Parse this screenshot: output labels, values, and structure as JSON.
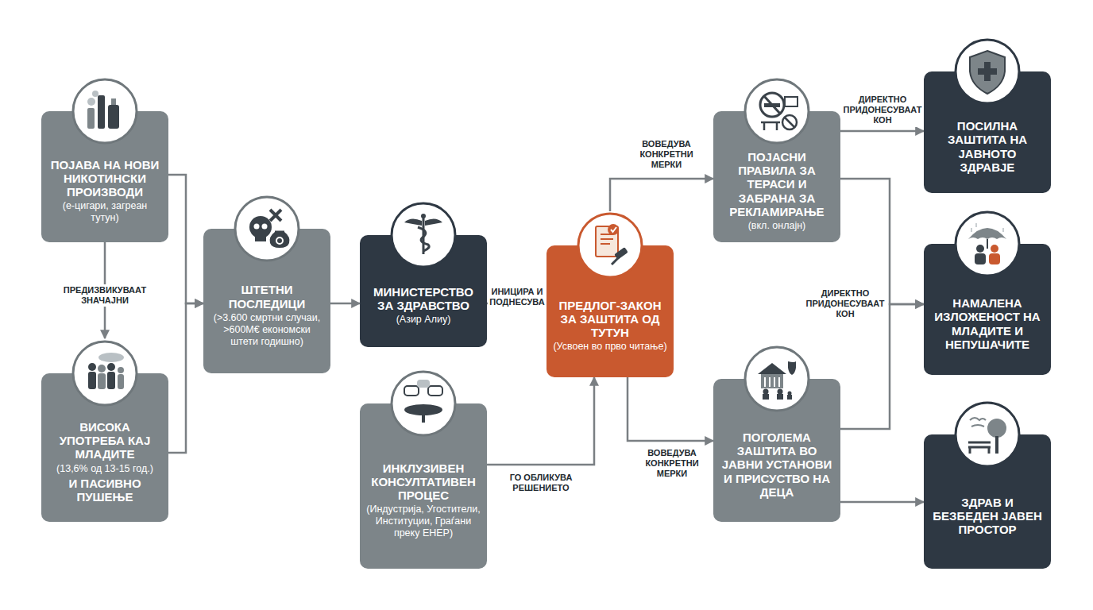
{
  "diagram": {
    "nodes": [
      {
        "text": [
          "ПОЈАВА НА НОВИ НИКОТИНСКИ ПРОИЗВОДИ",
          "(е-цигари, загреан тутун)"
        ]
      },
      {
        "text": [
          "ВИСОКА УПОТРЕБА КАЈ МЛАДИТЕ",
          "(13,6% од 13-15 год.)",
          "И ПАСИВНО ПУШЕЊЕ"
        ]
      },
      {
        "text": [
          "ШТЕТНИ ПОСЛЕДИЦИ",
          "(>3.600 смртни случаи, >600M€ економски штети годишно)"
        ]
      },
      {
        "text": [
          "МИНИСТЕРСТВО ЗА ЗДРАВСТВО",
          "(Азир Алиу)"
        ]
      },
      {
        "text": [
          "ИНКЛУЗИВЕН КОНСУЛТАТИВЕН ПРОЦЕС",
          "(Индустрија, Угостители, Институции, Граѓани преку ЕНЕР)"
        ]
      },
      {
        "text": [
          "ПРЕДЛОГ-ЗАКОН ЗА ЗАШТИТА ОД ТУТУН",
          "(Усвоен во прво читање)"
        ]
      },
      {
        "text": [
          "ПОЈАСНИ ПРАВИЛА ЗА ТЕРАСИ И ЗАБРАНА ЗА РЕКЛАМИРАЊЕ",
          "(вкл. онлајн)"
        ]
      },
      {
        "text": [
          "ПОГОЛЕМА ЗАШТИТА ВО ЈАВНИ УСТАНОВИ И ПРИСУСТВО НА ДЕЦА"
        ]
      },
      {
        "text": [
          "ПОСИЛНА ЗАШТИТА НА ЈАВНОТО ЗДРАВЈЕ"
        ]
      },
      {
        "text": [
          "НАМАЛЕНА ИЗЛОЖЕНОСТ НА МЛАДИТЕ И НЕПУШАЧИТЕ"
        ]
      },
      {
        "text": [
          "ЗДРАВ И БЕЗБЕДЕН ЈАВЕН ПРОСТОР"
        ]
      }
    ],
    "edges": [
      {
        "from": 0,
        "to": 1,
        "arrow": "to",
        "label": "ПРЕДИЗВИКУВААТ ЗНАЧАЈНИ"
      },
      {
        "from": 0,
        "to": 2,
        "arrow": "to"
      },
      {
        "from": 1,
        "to": 2,
        "arrow": "to"
      },
      {
        "from": 2,
        "to": 3,
        "arrow": "to"
      },
      {
        "from": 3,
        "to": 5,
        "arrow": "to",
        "label": "ИНИЦИРА И ПОДНЕСУВА"
      },
      {
        "from": 4,
        "to": 5,
        "arrow": "to",
        "label": "ГО ОБЛИКУВА РЕШЕНИЕТО"
      },
      {
        "from": 5,
        "to": 6,
        "arrow": "to",
        "label": "ВОВЕДУВА КОНКРЕТНИ МЕРКИ"
      },
      {
        "from": 5,
        "to": 7,
        "arrow": "to",
        "label": "ВОВЕДУВА КОНКРЕТНИ МЕРКИ"
      },
      {
        "from": 6,
        "to": 8,
        "arrow": "to",
        "label": "ДИРЕКТНО ПРИДОНЕСУВААТ КОН"
      },
      {
        "from": 6,
        "to": 9,
        "arrow": "to",
        "label": "ДИРЕКТНО ПРИДОНЕСУВААТ КОН"
      },
      {
        "from": 7,
        "to": 9,
        "arrow": "to"
      },
      {
        "from": 7,
        "to": 10,
        "arrow": "to"
      }
    ]
  }
}
